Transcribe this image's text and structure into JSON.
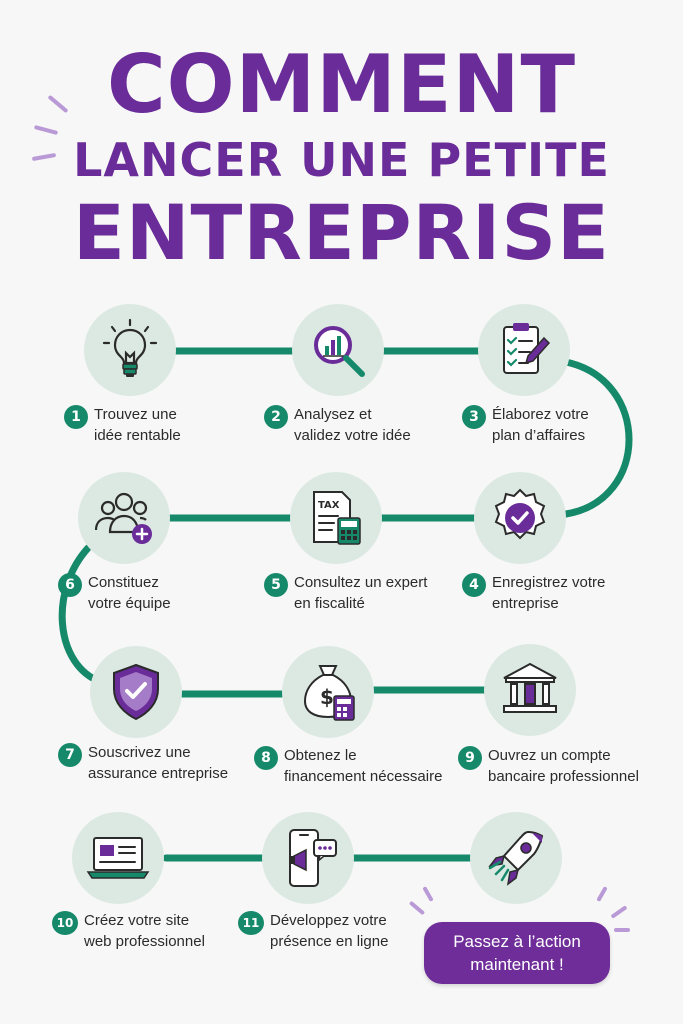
{
  "title": {
    "line1": "COMMENT",
    "line2": "LANCER UNE PETITE",
    "line3": "ENTREPRISE"
  },
  "colors": {
    "purple": "#6a2c99",
    "teal": "#16896a",
    "circle_bg": "#dce9e3"
  },
  "steps": [
    {
      "number": "1",
      "label": "Trouvez une\nidée rentable",
      "icon": "lightbulb-icon"
    },
    {
      "number": "2",
      "label": "Analysez et\nvalidez votre idée",
      "icon": "magnifier-chart-icon"
    },
    {
      "number": "3",
      "label": "Élaborez votre\nplan d’affaires",
      "icon": "clipboard-checklist-icon"
    },
    {
      "number": "4",
      "label": "Enregistrez votre\nentreprise",
      "icon": "badge-check-icon"
    },
    {
      "number": "5",
      "label": "Consultez un expert\nen fiscalité",
      "icon": "tax-calculator-icon"
    },
    {
      "number": "6",
      "label": "Constituez\nvotre équipe",
      "icon": "team-add-icon"
    },
    {
      "number": "7",
      "label": "Souscrivez une\nassurance entreprise",
      "icon": "shield-check-icon"
    },
    {
      "number": "8",
      "label": "Obtenez le\nfinancement nécessaire",
      "icon": "money-bag-icon"
    },
    {
      "number": "9",
      "label": "Ouvrez un compte\nbancaire professionnel",
      "icon": "bank-icon"
    },
    {
      "number": "10",
      "label": "Créez votre site\nweb professionnel",
      "icon": "laptop-icon"
    },
    {
      "number": "11",
      "label": "Développez votre\nprésence en ligne",
      "icon": "phone-megaphone-icon"
    }
  ],
  "final_icon": "rocket-icon",
  "cta": {
    "label": "Passez à l’action\nmaintenant !"
  }
}
